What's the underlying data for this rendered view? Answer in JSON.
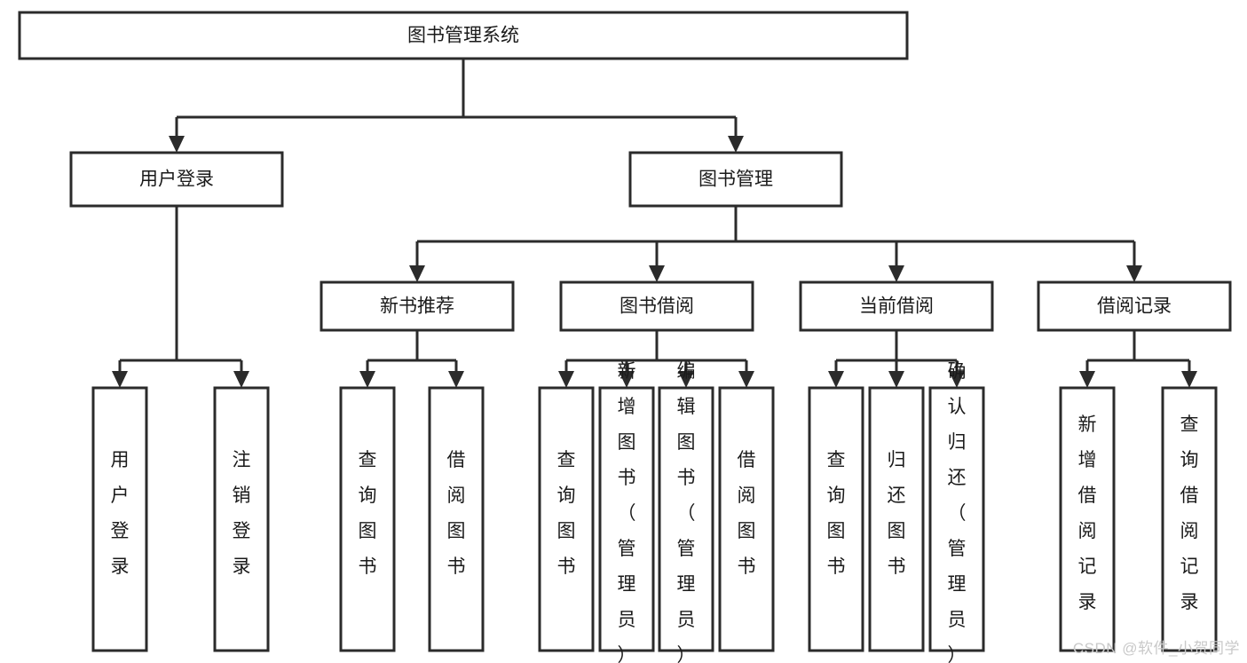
{
  "diagram": {
    "title": "图书管理系统",
    "watermark": "CSDN @软件_小贺同学",
    "colors": {
      "box_stroke": "#2b2b2b",
      "box_fill": "#ffffff",
      "text": "#1a1a1a",
      "watermark": "#c9c9c9"
    },
    "root": {
      "label": "图书管理系统"
    },
    "level1": [
      {
        "label": "用户登录"
      },
      {
        "label": "图书管理"
      }
    ],
    "level2": [
      {
        "label": "新书推荐"
      },
      {
        "label": "图书借阅"
      },
      {
        "label": "当前借阅"
      },
      {
        "label": "借阅记录"
      }
    ],
    "leaves_user_login": [
      {
        "label": "用户登录"
      },
      {
        "label": "注销登录"
      }
    ],
    "leaves_new_book": [
      {
        "label": "查询图书"
      },
      {
        "label": "借阅图书"
      }
    ],
    "leaves_borrow": [
      {
        "label": "查询图书"
      },
      {
        "label": "新增图书（管理员）"
      },
      {
        "label": "编辑图书（管理员）"
      },
      {
        "label": "借阅图书"
      }
    ],
    "leaves_current": [
      {
        "label": "查询图书"
      },
      {
        "label": "归还图书"
      },
      {
        "label": "确认归还（管理员）"
      }
    ],
    "leaves_record": [
      {
        "label": "新增借阅记录"
      },
      {
        "label": "查询借阅记录"
      }
    ]
  }
}
